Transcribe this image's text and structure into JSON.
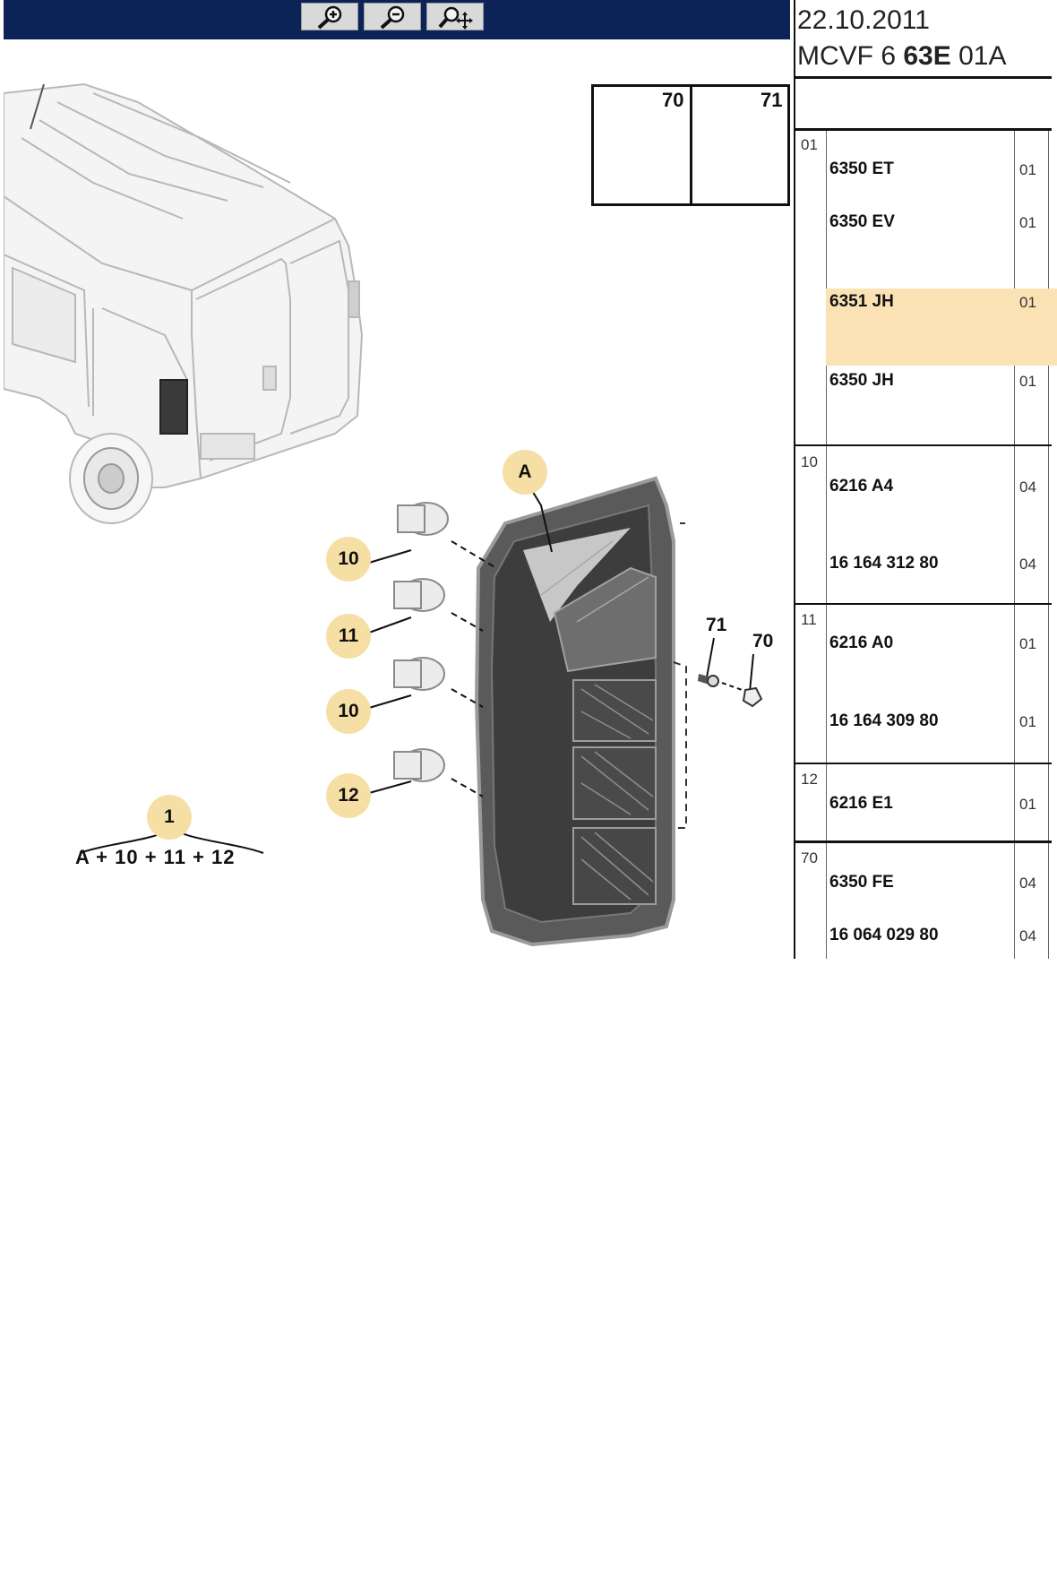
{
  "toolbar": {
    "buttons": [
      {
        "name": "zoom-in-icon"
      },
      {
        "name": "zoom-out-icon"
      },
      {
        "name": "zoom-pan-icon"
      }
    ]
  },
  "diagram": {
    "detail_labels": [
      "70",
      "71"
    ],
    "callouts": {
      "a": "A",
      "bulb_1": "10",
      "bulb_2": "11",
      "bulb_3": "10",
      "bulb_4": "12",
      "kit": "1"
    },
    "fastener_labels": {
      "screw": "71",
      "clip": "70"
    },
    "formula": "A + 10 + 11 + 12"
  },
  "panel": {
    "date": "22.10.2011",
    "ref_prefix": "MCVF 6 ",
    "ref_bold": "63E",
    "ref_suffix": " 01A",
    "groups": [
      {
        "code": "01",
        "parts": [
          {
            "ref": "6350 ET",
            "qty": "01"
          },
          {
            "ref": "6350 EV",
            "qty": "01"
          },
          {
            "ref": "6351 JH",
            "qty": "01",
            "selected": true
          },
          {
            "ref": "6350 JH",
            "qty": "01"
          }
        ]
      },
      {
        "code": "10",
        "parts": [
          {
            "ref": "6216 A4",
            "qty": "04"
          },
          {
            "ref": "16 164 312 80",
            "qty": "04"
          }
        ]
      },
      {
        "code": "11",
        "parts": [
          {
            "ref": "6216 A0",
            "qty": "01"
          },
          {
            "ref": "16 164 309 80",
            "qty": "01"
          }
        ]
      },
      {
        "code": "12",
        "parts": [
          {
            "ref": "6216 E1",
            "qty": "01"
          }
        ]
      },
      {
        "code": "70",
        "parts": [
          {
            "ref": "6350 FE",
            "qty": "04"
          },
          {
            "ref": "16 064 029 80",
            "qty": "04"
          }
        ]
      }
    ],
    "highlight_color": "#fbe2b5"
  }
}
